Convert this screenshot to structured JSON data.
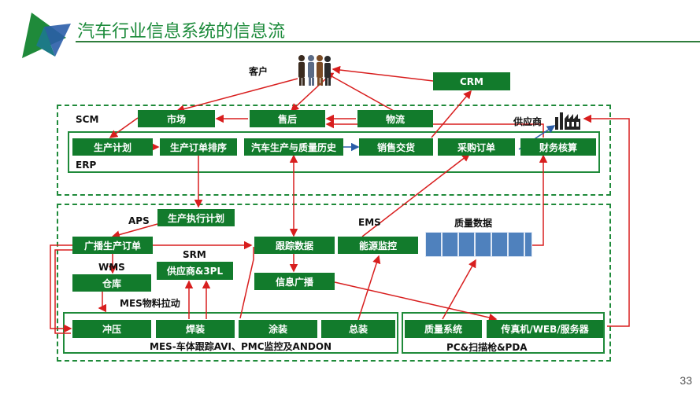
{
  "title": "汽车行业信息系统的信息流",
  "page_number": "33",
  "colors": {
    "node": "#127b2c",
    "frame": "#1f8a3a",
    "arrow": "#d81e1e",
    "data_cells": "#4f81bd",
    "title": "#1b8a3a"
  },
  "icons": {
    "customer": "people-group-icon",
    "supplier": "factory-icon"
  },
  "labels": {
    "customer": "客户",
    "supplier": "供应商",
    "scm": "SCM",
    "erp": "ERP",
    "aps": "APS",
    "srm": "SRM",
    "wms": "WMS",
    "ems": "EMS",
    "quality_data": "质量数据",
    "mes_pull": "MES物料拉动",
    "mes_footer": "MES-车体跟踪AVI、PMC监控及ANDON",
    "pc_footer": "PC&扫描枪&PDA"
  },
  "nodes": {
    "crm": "CRM",
    "market": "市场",
    "after_sales": "售后",
    "logistics": "物流",
    "production_plan": "生产计划",
    "order_sequencing": "生产订单排序",
    "prod_quality_history": "汽车生产与质量历史",
    "sales_delivery": "销售交货",
    "purchase_order": "采购订单",
    "financial_accounting": "财务核算",
    "production_execution_plan": "生产执行计划",
    "broadcast_order": "广播生产订单",
    "tracking_data": "跟踪数据",
    "energy_monitoring": "能源监控",
    "warehouse": "仓库",
    "supplier_3pl": "供应商&3PL",
    "info_broadcast": "信息广播",
    "stamping": "冲压",
    "welding": "焊装",
    "painting": "涂装",
    "assembly": "总装",
    "quality_system": "质量系统",
    "fax_web_server": "传真机/WEB/服务器"
  }
}
